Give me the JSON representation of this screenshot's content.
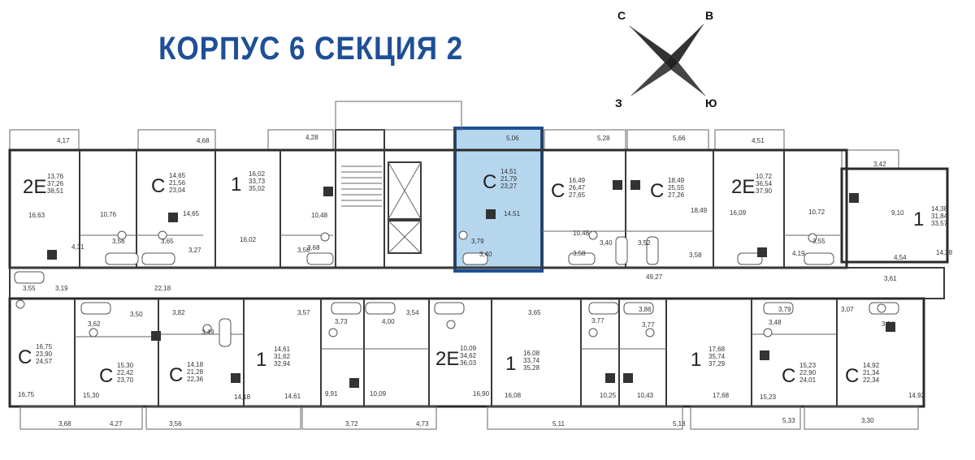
{
  "title": "КОРПУС 6  СЕКЦИЯ 2",
  "compass": {
    "n": "С",
    "e": "В",
    "w": "З",
    "s": "Ю"
  },
  "colors": {
    "title": "#1f4f96",
    "highlight_fill": "#9ec8e8",
    "highlight_stroke": "#1f4f96"
  },
  "top_apartments": [
    {
      "type": "2Е",
      "areas": [
        "13,76",
        "37,26",
        "38,51"
      ]
    },
    {
      "type": "С",
      "areas": [
        "14,65",
        "21,56",
        "23,04"
      ]
    },
    {
      "type": "1",
      "areas": [
        "16,02",
        "33,73",
        "35,02"
      ]
    },
    {
      "type": "С",
      "areas": [
        "14,51",
        "21,79",
        "23,27"
      ],
      "highlighted": true
    },
    {
      "type": "С",
      "areas": [
        "16,49",
        "26,47",
        "27,65"
      ]
    },
    {
      "type": "С",
      "areas": [
        "18,49",
        "25,55",
        "27,26"
      ]
    },
    {
      "type": "2Е",
      "areas": [
        "10,72",
        "36,54",
        "37,90"
      ]
    },
    {
      "type": "1",
      "areas": [
        "14,38",
        "31,84",
        "33,57"
      ]
    }
  ],
  "bottom_apartments": [
    {
      "type": "С",
      "areas": [
        "16,75",
        "23,90",
        "24,57"
      ]
    },
    {
      "type": "С",
      "areas": [
        "15,30",
        "22,42",
        "23,70"
      ]
    },
    {
      "type": "С",
      "areas": [
        "14,18",
        "21,28",
        "22,36"
      ]
    },
    {
      "type": "1",
      "areas": [
        "14,61",
        "31,62",
        "32,94"
      ]
    },
    {
      "type": "2Е",
      "areas": [
        "10,09",
        "34,62",
        "36,03"
      ]
    },
    {
      "type": "1",
      "areas": [
        "16,08",
        "33,74",
        "35,28"
      ]
    },
    {
      "type": "1",
      "areas": [
        "17,68",
        "35,74",
        "37,29"
      ]
    },
    {
      "type": "С",
      "areas": [
        "15,23",
        "22,90",
        "24,01"
      ]
    },
    {
      "type": "С",
      "areas": [
        "14,92",
        "21,34",
        "22,34"
      ]
    }
  ],
  "dimension_labels": {
    "balcony_top": [
      "4,17",
      "4,68",
      "4,28",
      "5,06",
      "5,28",
      "5,66",
      "4,51",
      "3,42"
    ],
    "balcony_bottom": [
      "3,68",
      "4,27",
      "3,56",
      "3,72",
      "4,73",
      "5,11",
      "5,18",
      "5,33",
      "3,30"
    ],
    "rooms_top": [
      "16,63",
      "10,76",
      "4,31",
      "3,56",
      "3,65",
      "3,27",
      "14,65",
      "16,02",
      "3,56",
      "3,68",
      "10,48",
      "14,51",
      "3,79",
      "3,40",
      "10,48",
      "3,58",
      "3,40",
      "3,52",
      "3,58",
      "18,49",
      "16,09",
      "10,72",
      "3,55",
      "4,19",
      "9,10",
      "4,54",
      "14,38"
    ],
    "corridor": [
      "22,18",
      "49,27"
    ],
    "rooms_bottom": [
      "3,55",
      "3,19",
      "3,62",
      "3,50",
      "3,82",
      "3,49",
      "3,57",
      "3,73",
      "4,00",
      "3,54",
      "3,65",
      "3,77",
      "3,77",
      "3,86",
      "3,48",
      "3,79",
      "3,07",
      "3,34",
      "3,61",
      "16,75",
      "15,30",
      "14,18",
      "14,61",
      "9,91",
      "10,09",
      "16,90",
      "16,08",
      "10,25",
      "10,43",
      "17,68",
      "15,23",
      "14,92"
    ]
  }
}
